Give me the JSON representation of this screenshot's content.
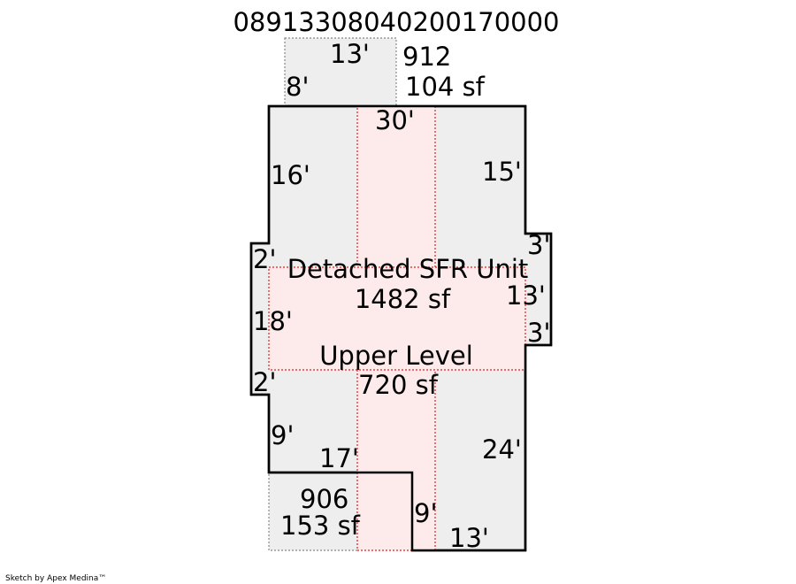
{
  "parcel_id": "08913308040200170000",
  "credit": "Sketch by Apex Medina™",
  "colors": {
    "main_fill": "#eeeeee",
    "upper_fill": "#fdeaea",
    "main_stroke": "#000000",
    "upper_stroke": "#e02020",
    "addition_stroke": "#888888"
  },
  "areas": {
    "main": {
      "label": "Detached SFR Unit",
      "area": "1482 sf"
    },
    "upper": {
      "label": "Upper Level",
      "area": "720 sf"
    },
    "top_addition": {
      "code": "912",
      "area": "104 sf"
    },
    "bottom_addition": {
      "code": "906",
      "area": "153 sf"
    }
  },
  "dimensions": {
    "top_add_width": "13'",
    "top_add_height": "8'",
    "top_width": "30'",
    "left_upper": "16'",
    "right_upper": "15'",
    "left_bump_top": "2'",
    "left_bump_side": "18'",
    "left_bump_bottom": "2'",
    "right_bump_top": "3'",
    "right_bump_side": "13'",
    "right_bump_bottom": "3'",
    "left_lower": "9'",
    "notch_width": "17'",
    "right_lower": "24'",
    "notch_height": "9'",
    "bottom_width": "13'"
  }
}
